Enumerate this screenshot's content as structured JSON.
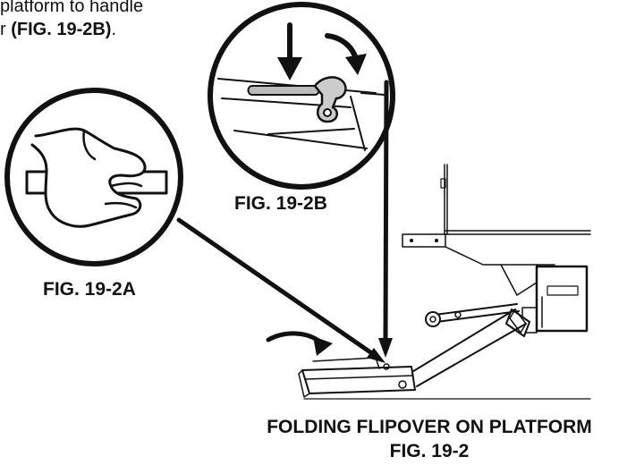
{
  "intro_text": {
    "line1": "platform to handle",
    "line2_prefix": "r ",
    "line2_ref": "(FIG. 19-2B)",
    "line2_suffix": "."
  },
  "figure_labels": {
    "fig_2a": "FIG. 19-2A",
    "fig_2b": "FIG. 19-2B"
  },
  "caption": {
    "title": "FOLDING FLIPOVER ON PLATFORM",
    "figure": "FIG. 19-2"
  },
  "colors": {
    "line": "#111111",
    "background": "#ffffff",
    "shading": "#bbbbbb"
  }
}
